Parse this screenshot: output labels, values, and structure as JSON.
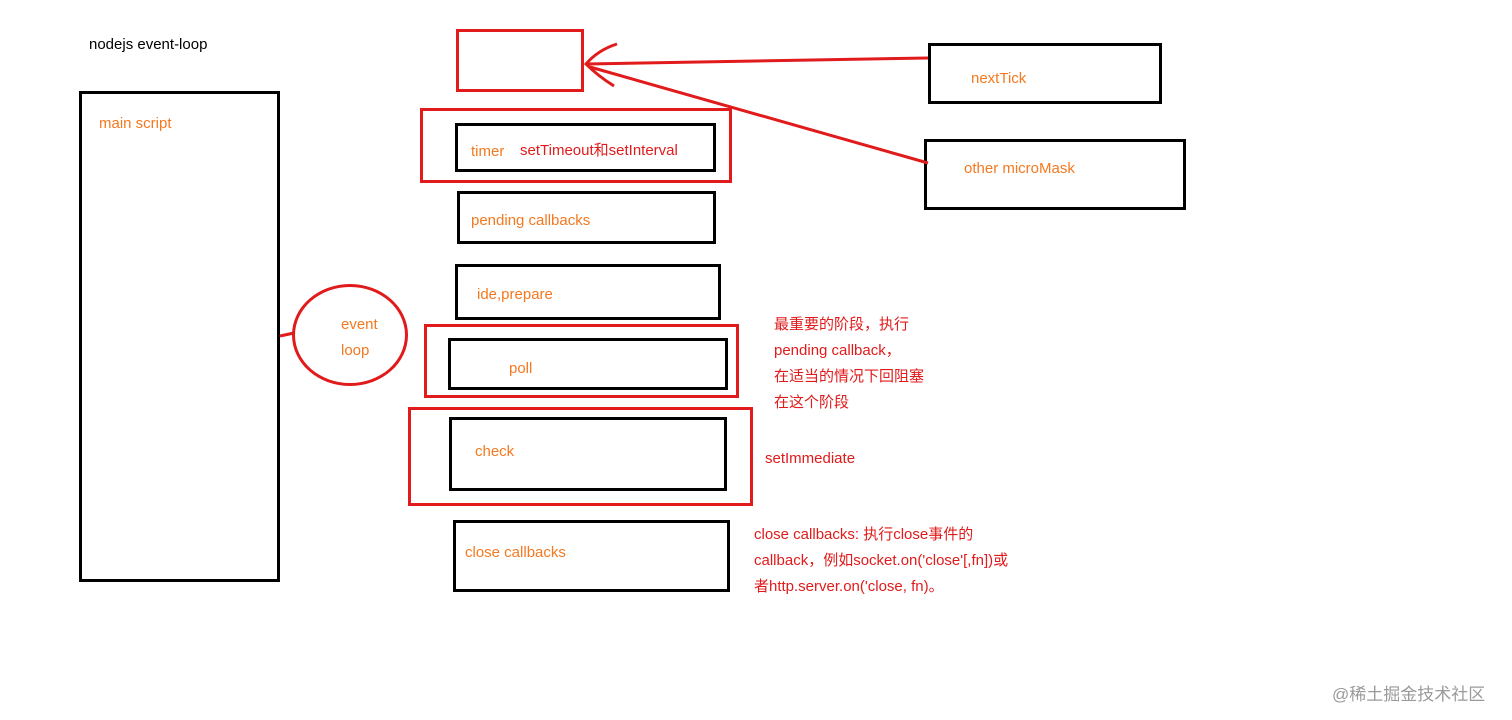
{
  "title": "nodejs event-loop",
  "main_script": "main script",
  "event_loop": [
    "event",
    "loop"
  ],
  "microtask": {
    "next_tick": "nextTick",
    "other": "other microMask"
  },
  "phases": {
    "timer": "timer",
    "timer_note": "setTimeout和setInterval",
    "pending": "pending callbacks",
    "idle": "ide,prepare",
    "poll": "poll",
    "check": "check",
    "close": "close callbacks"
  },
  "notes": {
    "poll": [
      "最重要的阶段，执行",
      "pending callback，",
      "在适当的情况下回阻塞",
      "在这个阶段"
    ],
    "check": "setImmediate",
    "close": [
      "close callbacks: 执行close事件的",
      "callback，例如socket.on('close'[,fn])或",
      "者http.server.on('close, fn)。"
    ]
  },
  "watermark": "@稀土掘金技术社区",
  "colors": {
    "black": "#000000",
    "red": "#e11b1b",
    "orange": "#f47920"
  }
}
